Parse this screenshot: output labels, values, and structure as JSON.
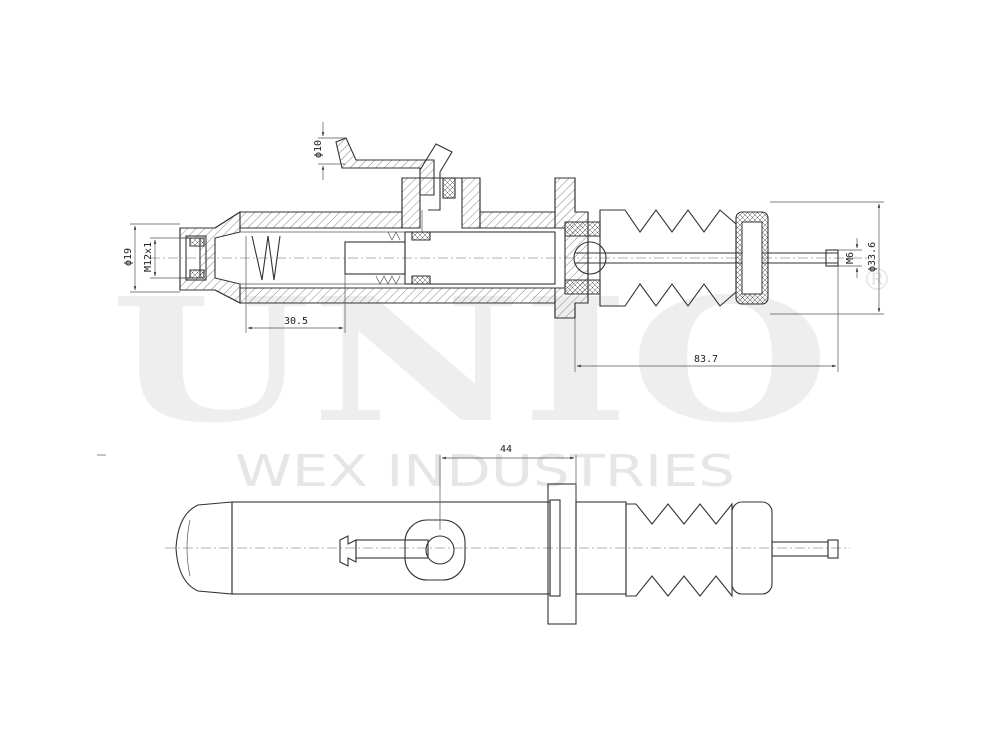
{
  "watermark": {
    "brand": "UNIO",
    "registered": "®",
    "company": "WEX INDUSTRIES"
  },
  "dimensions": {
    "bore_diameter": "ϕ19",
    "port_thread": "M12x1",
    "inlet_diameter": "ϕ10",
    "piston_travel": "30.5",
    "overall_length": "83.7",
    "rod_thread": "M6",
    "boot_diameter": "ϕ33.6",
    "inlet_offset": "44"
  }
}
